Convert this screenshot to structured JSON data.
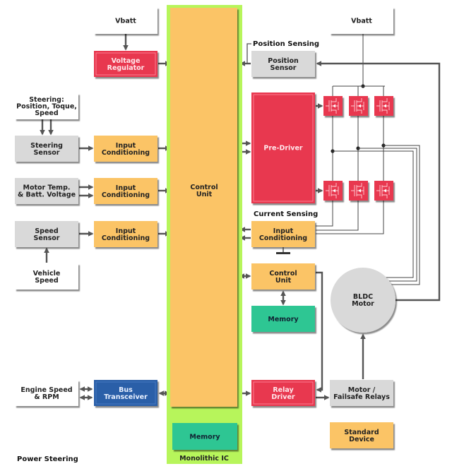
{
  "title": "Power Steering",
  "colors": {
    "white_box": "#ffffff",
    "gray_box": "#d9d9d9",
    "orange_box": "#fbc466",
    "red_box": "#e8384f",
    "green_box": "#2fc693",
    "blue_box": "#2a5ea8",
    "ic_frame": "#b7f55b",
    "wire": "#555555"
  },
  "blocks": {
    "vbatt_left": "Vbatt",
    "voltage_regulator": [
      "Voltage",
      "Regulator"
    ],
    "steering_inputs": [
      "Steering:",
      "Position, Toque,",
      "Speed"
    ],
    "steering_sensor": [
      "Steering",
      "Sensor"
    ],
    "input_cond_1": [
      "Input",
      "Conditioning"
    ],
    "motor_temp": [
      "Motor Temp.",
      "& Batt. Voltage"
    ],
    "input_cond_2": [
      "Input",
      "Conditioning"
    ],
    "speed_sensor": [
      "Speed",
      "Sensor"
    ],
    "input_cond_3": [
      "Input",
      "Conditioning"
    ],
    "vehicle_speed": [
      "Vehicle",
      "Speed"
    ],
    "engine_speed": [
      "Engine Speed",
      "& RPM"
    ],
    "bus_transceiver": [
      "Bus",
      "Transceiver"
    ],
    "control_unit_main": [
      "Control",
      "Unit"
    ],
    "memory_main": "Memory",
    "monolithic_ic": "Monolithic IC",
    "position_sensing": "Position Sensing",
    "position_sensor": [
      "Position",
      "Sensor"
    ],
    "vbatt_right": "Vbatt",
    "pre_driver": "Pre-Driver",
    "current_sensing": "Current Sensing",
    "input_cond_current": [
      "Input",
      "Conditioning"
    ],
    "control_unit_2": [
      "Control",
      "Unit"
    ],
    "memory_2": "Memory",
    "bldc_motor": [
      "BLDC",
      "Motor"
    ],
    "relay_driver": [
      "Relay",
      "Driver"
    ],
    "failsafe_relays": [
      "Motor /",
      "Failsafe Relays"
    ],
    "standard_device": [
      "Standard",
      "Device"
    ]
  },
  "icons": {
    "mosfet": "mosfet-switch-icon",
    "ground": "ground-icon"
  }
}
